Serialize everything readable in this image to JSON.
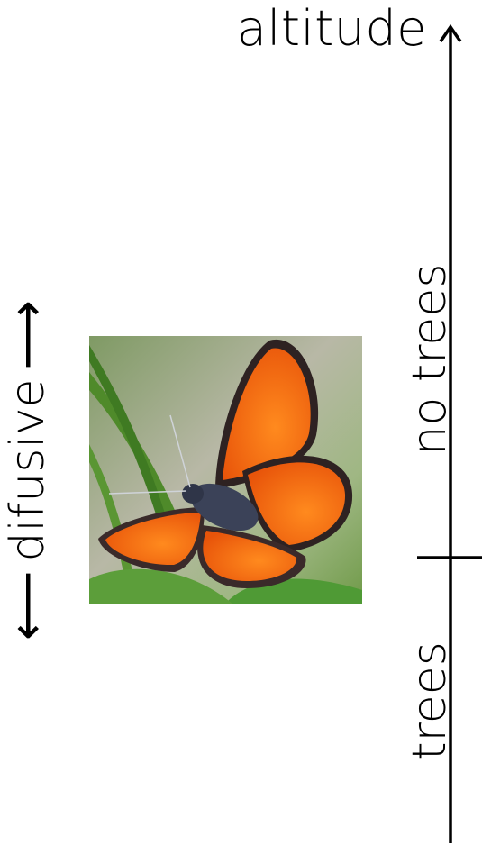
{
  "axis": {
    "title": "altitude",
    "zone_upper": "no trees",
    "zone_lower": "trees"
  },
  "dispersal": {
    "label": "difusive",
    "arrow_left": "⟵",
    "arrow_right": "⟶"
  },
  "image": {
    "subject": "butterfly",
    "colors": {
      "wing": "#f26a12",
      "wing_edge": "#3a2a2a",
      "body": "#3b4258",
      "background": "#8fb06a"
    }
  }
}
